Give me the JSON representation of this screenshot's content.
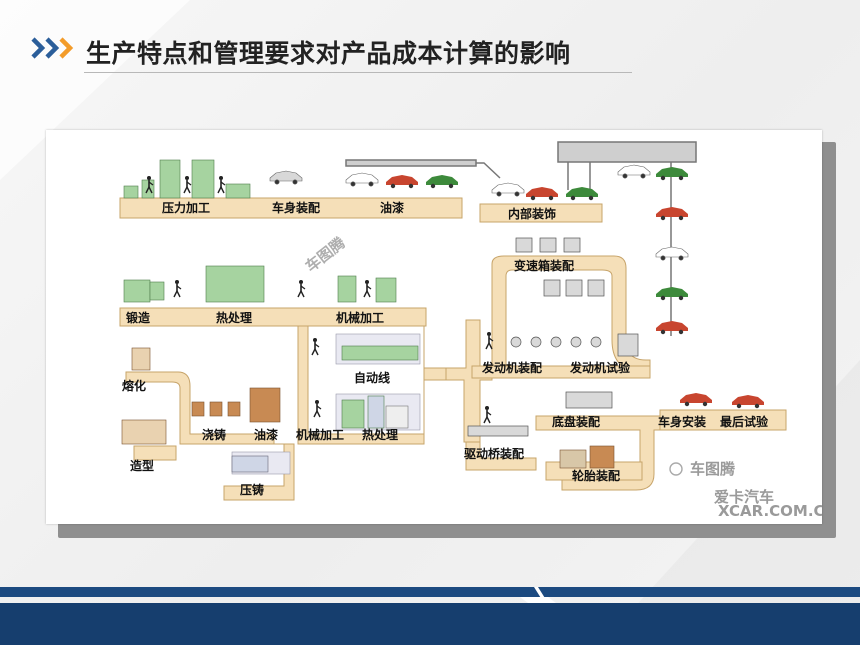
{
  "title": "生产特点和管理要求对产品成本计算的影响",
  "diagram": {
    "stations": {
      "press": "压力加工",
      "body_assembly": "车身装配",
      "paint_top": "油漆",
      "interior": "内部装饰",
      "forging": "锻造",
      "heat_treat_top": "热处理",
      "machining_top": "机械加工",
      "auto_line": "自动线",
      "melting": "熔化",
      "molding": "造型",
      "casting": "浇铸",
      "paint_bottom": "油漆",
      "machining_bottom": "机械加工",
      "heat_treat_bottom": "热处理",
      "die_casting": "压铸",
      "gearbox": "变速箱装配",
      "engine_assembly": "发动机装配",
      "engine_test": "发动机试验",
      "axle": "驱动桥装配",
      "chassis": "底盘装配",
      "body_install": "车身安装",
      "final_test": "最后试验",
      "tire": "轮胎装配"
    },
    "watermarks": {
      "diagonal": "车图腾",
      "brand": "车图腾",
      "logo": "爱卡汽车",
      "logo_url": "XCAR.COM.CN"
    }
  },
  "colors": {
    "conveyor": "#f5dfb8",
    "conveyor_border": "#c7a46a",
    "machine_green": "#a6d3a0",
    "car_red": "#c8452f",
    "car_green": "#3d8a3b",
    "footer_navy": "#163e6e",
    "chevron_blue": "#2b5e9a"
  }
}
